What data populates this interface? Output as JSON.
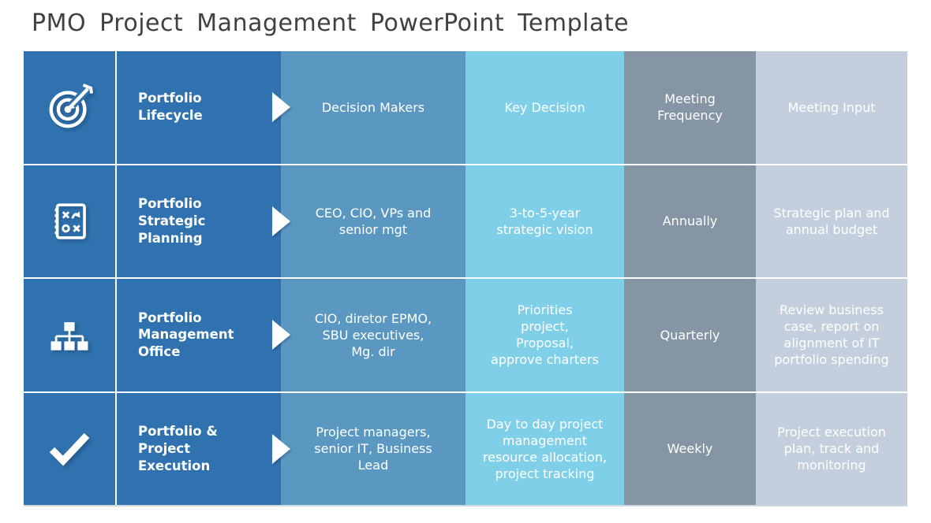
{
  "title": "PMO Project Management PowerPoint Template",
  "colors": {
    "primary_blue": "#2f72af",
    "medium_blue": "#5b98c1",
    "light_cyan": "#80cfe8",
    "slate_gray": "#8595a4",
    "light_gray_blue": "#c3cfdc",
    "title_text": "#3f4245",
    "cell_text": "#ffffff"
  },
  "table": {
    "rows": [
      {
        "icon": "target-icon",
        "label": "Portfolio\nLifecycle",
        "decision_makers": "Decision Makers",
        "key_decision": "Key Decision",
        "meeting_frequency": "Meeting\nFrequency",
        "meeting_input": "Meeting Input"
      },
      {
        "icon": "strategy-icon",
        "label": "Portfolio\nStrategic\nPlanning",
        "decision_makers": "CEO, CIO, VPs and\nsenior mgt",
        "key_decision": "3-to-5-year\nstrategic vision",
        "meeting_frequency": "Annually",
        "meeting_input": "Strategic plan and\nannual budget"
      },
      {
        "icon": "org-chart-icon",
        "label": "Portfolio\nManagement\nOffice",
        "decision_makers": "CIO, diretor EPMO,\nSBU executives,\nMg. dir",
        "key_decision": "Priorities\nproject,\nProposal,\napprove charters",
        "meeting_frequency": "Quarterly",
        "meeting_input": "Review business\ncase, report on\nalignment of IT\nportfolio spending"
      },
      {
        "icon": "checkmark-icon",
        "label": "Portfolio &\nProject\nExecution",
        "decision_makers": "Project managers,\nsenior IT, Business\nLead",
        "key_decision": "Day to day project\nmanagement\nresource allocation,\nproject tracking",
        "meeting_frequency": "Weekly",
        "meeting_input": "Project execution\nplan, track and\nmonitoring"
      }
    ]
  }
}
